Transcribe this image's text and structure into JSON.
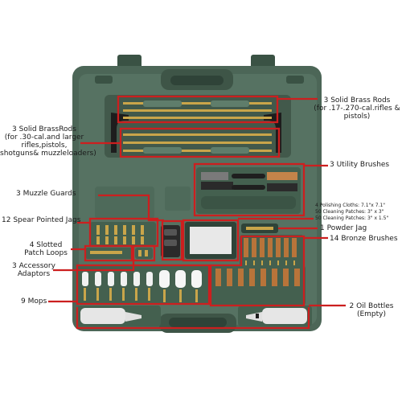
{
  "colors": {
    "case_green": "#4c6657",
    "case_dark": "#3a5244",
    "tray_green": "#5a7766",
    "callout_red": "#cc1f1f",
    "brass": "#c9a54a",
    "bronze": "#b8743a"
  },
  "labels": {
    "solid_brass_rods_small": [
      "3 Solid Brass Rods",
      "(for .17-.270-cal.rifles &",
      "pistols)"
    ],
    "solid_brass_rods_large": [
      "3 Solid BrassRods",
      "(for .30-cal.and larger",
      "rifles,pistols,",
      "shotguns& muzzleloaders)"
    ],
    "utility_brushes": "3 Utility Brushes",
    "muzzle_guards": "3 Muzzle Guards",
    "polishing_cloths": "4 Polishing Cloths: 7.1\"x 7.1\"",
    "patches_3x3": "50 Cleaning Patches: 3\" x 3\"",
    "patches_3x1_5": "50 Cleaning Patches: 3\" x 1.5\"",
    "spear_jags": "12 Spear Pointed Jags",
    "powder_jag": "1 Powder Jag",
    "slotted_patch_loops": [
      "4 Slotted",
      "Patch Loops"
    ],
    "bronze_brushes": "14 Bronze Brushes",
    "accessory_adaptors": [
      "3 Accessory",
      "Adaptors"
    ],
    "mops": "9 Mops",
    "oil_bottles": [
      "2 Oil Bottles",
      "(Empty)"
    ]
  }
}
